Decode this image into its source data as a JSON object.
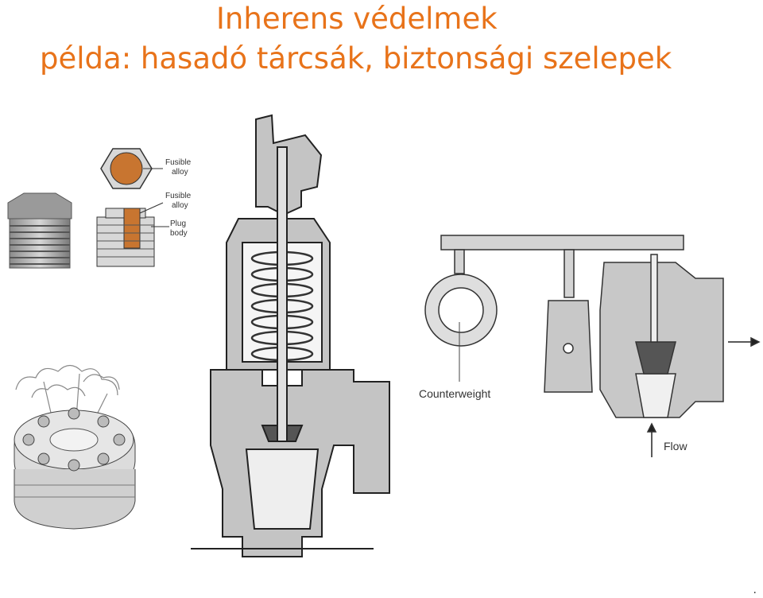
{
  "title": {
    "line1": "Inherens védelmek",
    "line2": "példa: hasadó tárcsák, biztonsági szelepek"
  },
  "fusible_plug": {
    "label_top_1": "Fusible",
    "label_top_2": "alloy",
    "label_mid_1": "Fusible",
    "label_mid_2": "alloy",
    "label_bot_1": "Plug",
    "label_bot_2": "body"
  },
  "lever_valve": {
    "counterweight_label": "Counterweight",
    "flow_label": "Flow"
  },
  "footer": {
    "dot": "."
  },
  "colors": {
    "title": "#e8731a",
    "fusible_alloy": "#c87530",
    "valve_gray": "#c4c4c4",
    "outline": "#333333"
  }
}
